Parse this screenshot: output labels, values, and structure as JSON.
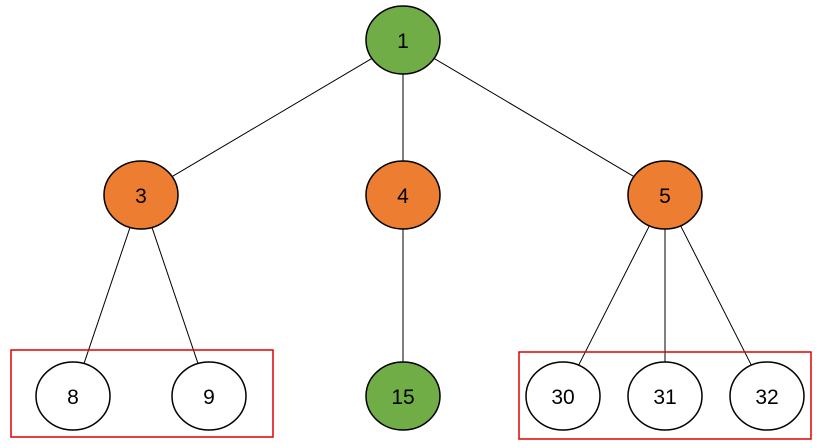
{
  "colors": {
    "green": "#70AD47",
    "orange": "#ED7D31",
    "white": "#FFFFFF",
    "stroke": "#000000",
    "highlight": "#E00000"
  },
  "nodes": {
    "n1": {
      "label": "1",
      "fill": "green"
    },
    "n3": {
      "label": "3",
      "fill": "orange"
    },
    "n4": {
      "label": "4",
      "fill": "orange"
    },
    "n5": {
      "label": "5",
      "fill": "orange"
    },
    "n8": {
      "label": "8",
      "fill": "white"
    },
    "n9": {
      "label": "9",
      "fill": "white"
    },
    "n15": {
      "label": "15",
      "fill": "green"
    },
    "n30": {
      "label": "30",
      "fill": "white"
    },
    "n31": {
      "label": "31",
      "fill": "white"
    },
    "n32": {
      "label": "32",
      "fill": "white"
    }
  },
  "edges": [
    [
      "n1",
      "n3"
    ],
    [
      "n1",
      "n4"
    ],
    [
      "n1",
      "n5"
    ],
    [
      "n3",
      "n8"
    ],
    [
      "n3",
      "n9"
    ],
    [
      "n4",
      "n15"
    ],
    [
      "n5",
      "n30"
    ],
    [
      "n5",
      "n31"
    ],
    [
      "n5",
      "n32"
    ]
  ],
  "groups": [
    {
      "name": "highlight-box-left",
      "members": [
        "n8",
        "n9"
      ]
    },
    {
      "name": "highlight-box-right",
      "members": [
        "n30",
        "n31",
        "n32"
      ]
    }
  ]
}
